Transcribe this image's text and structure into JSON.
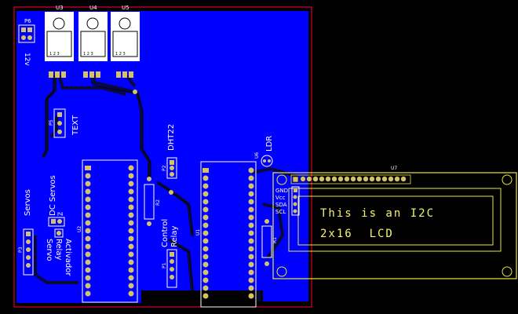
{
  "colors": {
    "background": "#000000",
    "board_outline": "#ff0040",
    "copper": "#0000ff",
    "copper_dark": "#0a0a3a",
    "silkscreen": "#ffffff",
    "lcd_outline": "#e8e838",
    "pad": "#d4c16a"
  },
  "labels": {
    "p6": "P6",
    "u3": "U3",
    "u4": "U4",
    "u5": "U5",
    "twelve_v": "12v",
    "p5": "P5",
    "text": "TEXT",
    "dht22": "DHT22",
    "p2": "P2",
    "u6": "U6",
    "ldr": "LDR",
    "u7": "U7",
    "dc_servos": "DC Servos",
    "servos": "Servos",
    "p4": "P4",
    "p3": "P3",
    "u2": "U2",
    "activador": "Activador",
    "relay": "Relay",
    "servo": "Servo",
    "control": "Control",
    "relay2": "Relay",
    "p1": "P1",
    "u1": "U1",
    "r2": "R2",
    "r1": "R1",
    "gnd": "GND",
    "vcc": "Vcc",
    "sda": "SDA",
    "scl": "SCL"
  },
  "lcd": {
    "line1": "This is an I2C",
    "line2": "2x16  LCD"
  },
  "icons": [
    "regulator-icon",
    "pin-header-icon",
    "dip-socket-icon",
    "resistor-icon",
    "ldr-icon",
    "lcd-module-icon"
  ]
}
